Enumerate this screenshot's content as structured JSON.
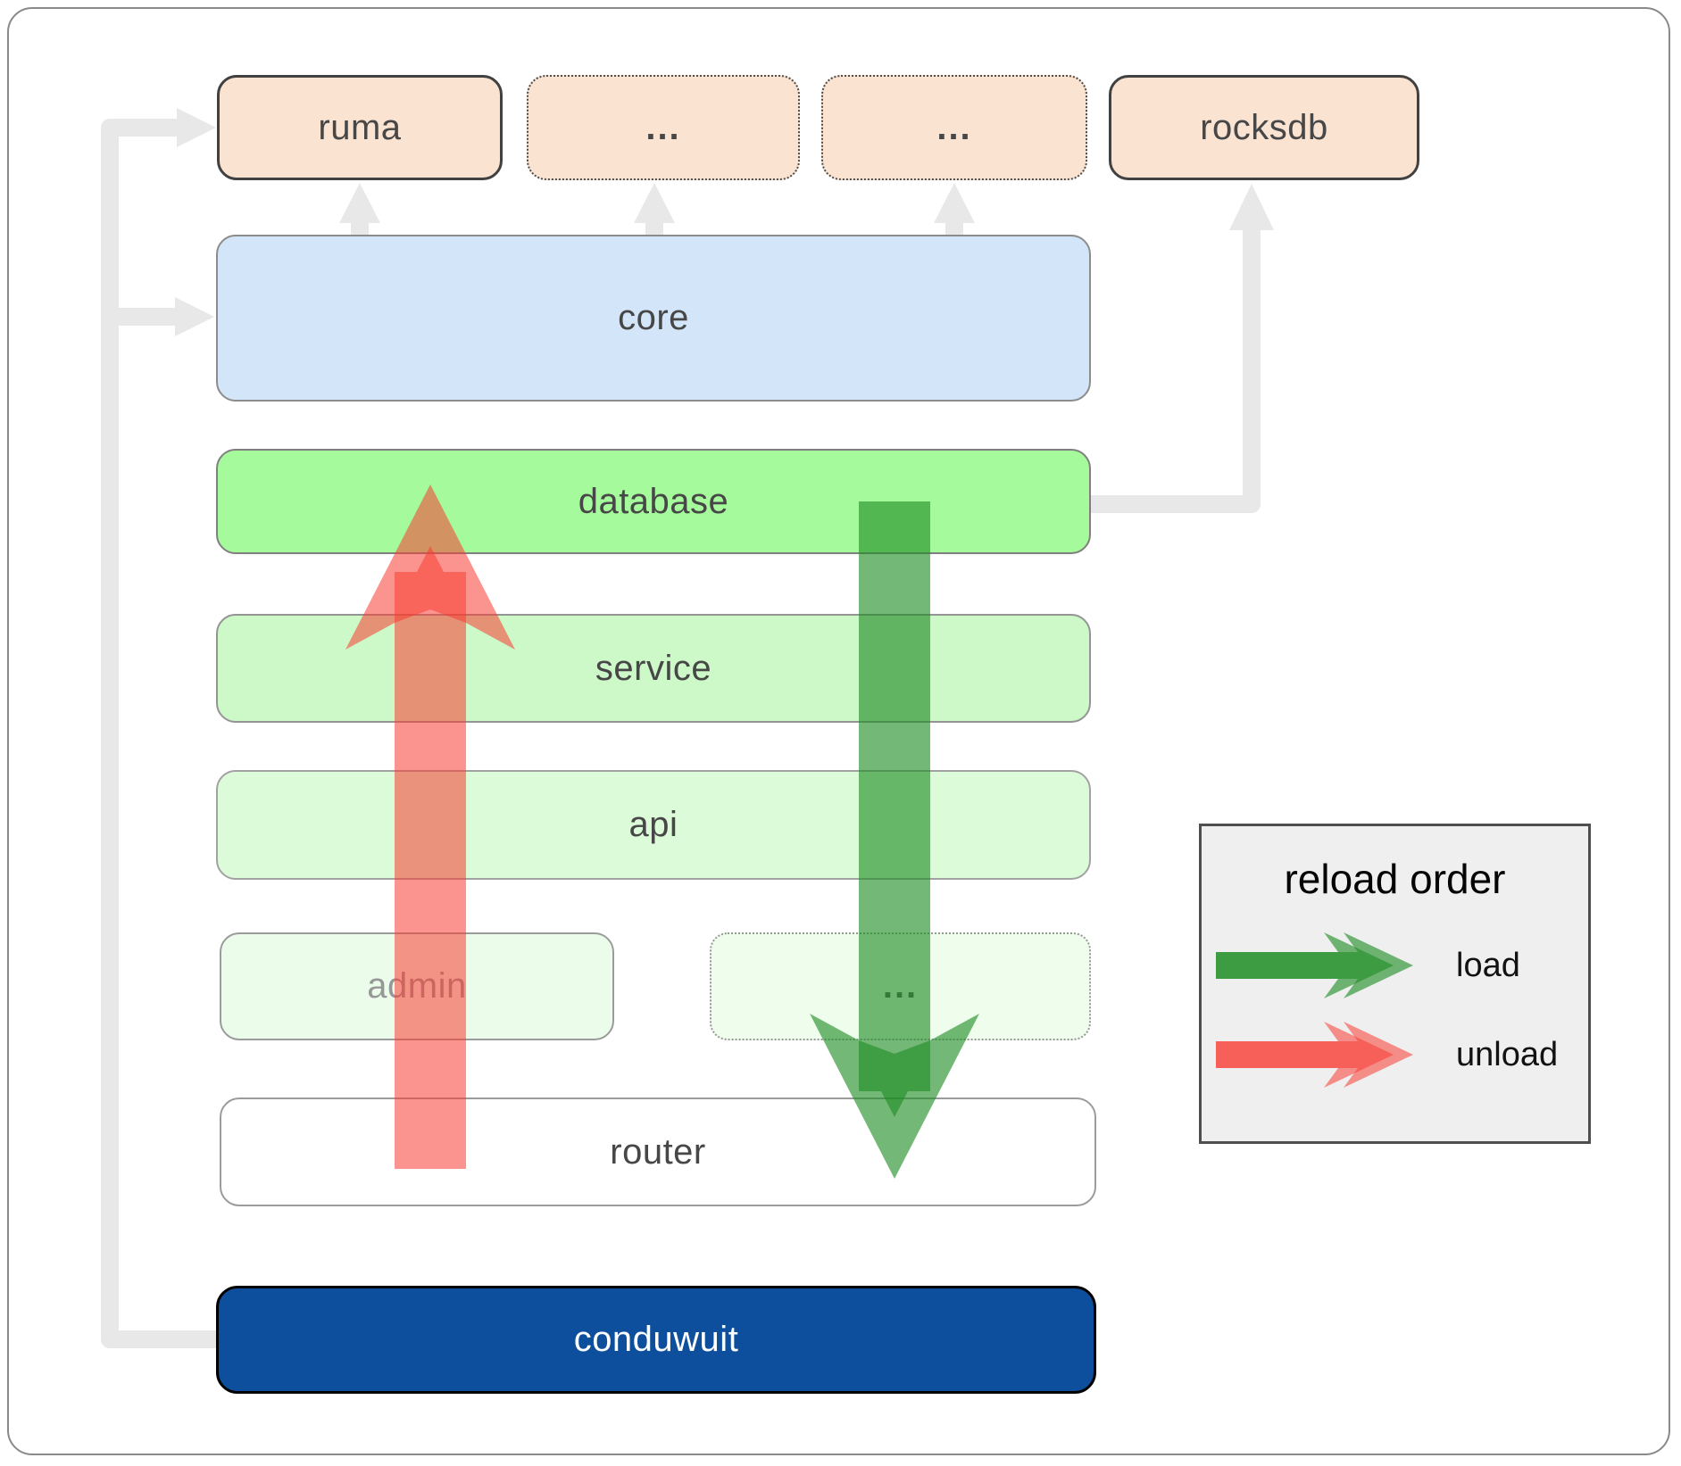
{
  "diagram_title": "conduwuit hot reload ordering diagram",
  "nodes": {
    "ruma": {
      "label": "ruma"
    },
    "ext_top_1": {
      "label": "..."
    },
    "ext_top_2": {
      "label": "..."
    },
    "rocksdb": {
      "label": "rocksdb"
    },
    "core": {
      "label": "core"
    },
    "database": {
      "label": "database"
    },
    "service": {
      "label": "service"
    },
    "api": {
      "label": "api"
    },
    "admin": {
      "label": "admin"
    },
    "ext_admin": {
      "label": "..."
    },
    "router": {
      "label": "router"
    },
    "conduwuit": {
      "label": "conduwuit"
    }
  },
  "legend": {
    "title": "reload order",
    "load_label": "load",
    "unload_label": "unload"
  },
  "colors": {
    "peach_fill": "#fbe3d1",
    "core_fill": "#d3e5f8",
    "database_fill": "#a5fa9b",
    "service_fill": "#cdf8c8",
    "api_fill": "#dcfbd8",
    "admin_fill": "#ebfdea",
    "ext_admin_fill": "#effdec",
    "router_fill": "#ffffff",
    "conduwuit_fill": "#0d4e9d",
    "legend_fill": "#efefef",
    "connector_gray": "#e8e8e8",
    "load_green": "rgba(30,140,35,0.62)",
    "unload_red": "rgba(247,60,50,0.55)"
  }
}
